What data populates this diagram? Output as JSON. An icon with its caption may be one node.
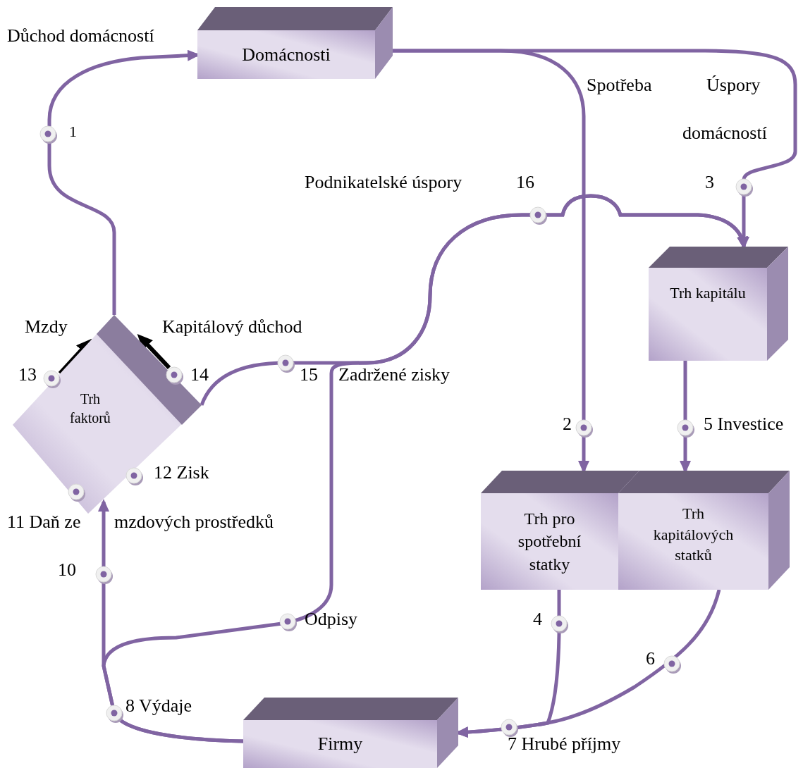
{
  "diagram": {
    "nodes": [
      {
        "text": [
          "Domácnosti"
        ]
      },
      {
        "text": [
          "Trh kapitálu"
        ]
      },
      {
        "text": [
          "Trh pro spotřební statky"
        ]
      },
      {
        "text": [
          "Trh kapitálových statků"
        ]
      },
      {
        "text": [
          "Firmy"
        ]
      },
      {
        "text": [
          "Trh faktorů"
        ]
      }
    ],
    "edges": [
      {
        "from": 5,
        "to": 0,
        "arrow": "to"
      },
      {
        "from": 0,
        "to": 2,
        "arrow": "to"
      },
      {
        "from": 0,
        "to": 1,
        "arrow": "to"
      },
      {
        "from": 5,
        "to": 1,
        "arrow": "to"
      },
      {
        "from": 4,
        "to": 1,
        "arrow": "to"
      },
      {
        "from": 1,
        "to": 3,
        "arrow": "to"
      },
      {
        "from": 2,
        "to": 4,
        "arrow": "to"
      },
      {
        "from": 3,
        "to": 4,
        "arrow": "to"
      },
      {
        "from": 4,
        "to": 5,
        "arrow": "to"
      }
    ],
    "labels": [
      "Důchod domácností",
      "1",
      "Spotřeba",
      "Úspory",
      "domácností",
      "Podnikatelské úspory",
      "16",
      "3",
      "Mzdy",
      "Kapitálový důchod",
      "13",
      "14",
      "15",
      "Zadržené zisky",
      "2",
      "5 Investice",
      "12 Zisk",
      "11 Daň ze",
      "mzdových prostředků",
      "10",
      "Odpisy",
      "4",
      "6",
      "8 Výdaje",
      "7 Hrubé příjmy"
    ]
  }
}
